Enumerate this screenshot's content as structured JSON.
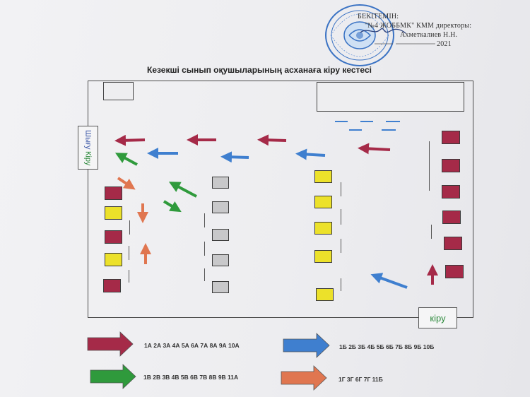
{
  "approval": {
    "line1": "БЕКІТЕМІН:",
    "line2": "\"№4 ЖОББМК\" КММ  директоры:",
    "line3": "Ахметкалиев Н.Н.",
    "line4": "2021"
  },
  "title": "Кезекші сынып оқушыларының асханаға кіру кестесі",
  "doors": {
    "exit": "Шығу",
    "enter_left": "Кіру",
    "enter_right": "кіру"
  },
  "colors": {
    "maroon": "#a52a48",
    "blue": "#3f7fcf",
    "green": "#2f9a3c",
    "orange": "#e07650",
    "yellow": "#ece12a",
    "gray": "#c8c8ca"
  },
  "legend": [
    {
      "color": "maroon",
      "label": "1А  2А   3А  4А   5А  6А   7А  8А  9А  10А"
    },
    {
      "color": "blue",
      "label": "1Б  2Б   3Б  4Б  5Б  6Б  7Б  8Б  9Б   10Б"
    },
    {
      "color": "green",
      "label": "1В  2В    3В   4В   5В  6В  7В   8В   9В  11А"
    },
    {
      "color": "orange",
      "label": "1Г     3Г     6Г     7Г     11Б"
    }
  ]
}
